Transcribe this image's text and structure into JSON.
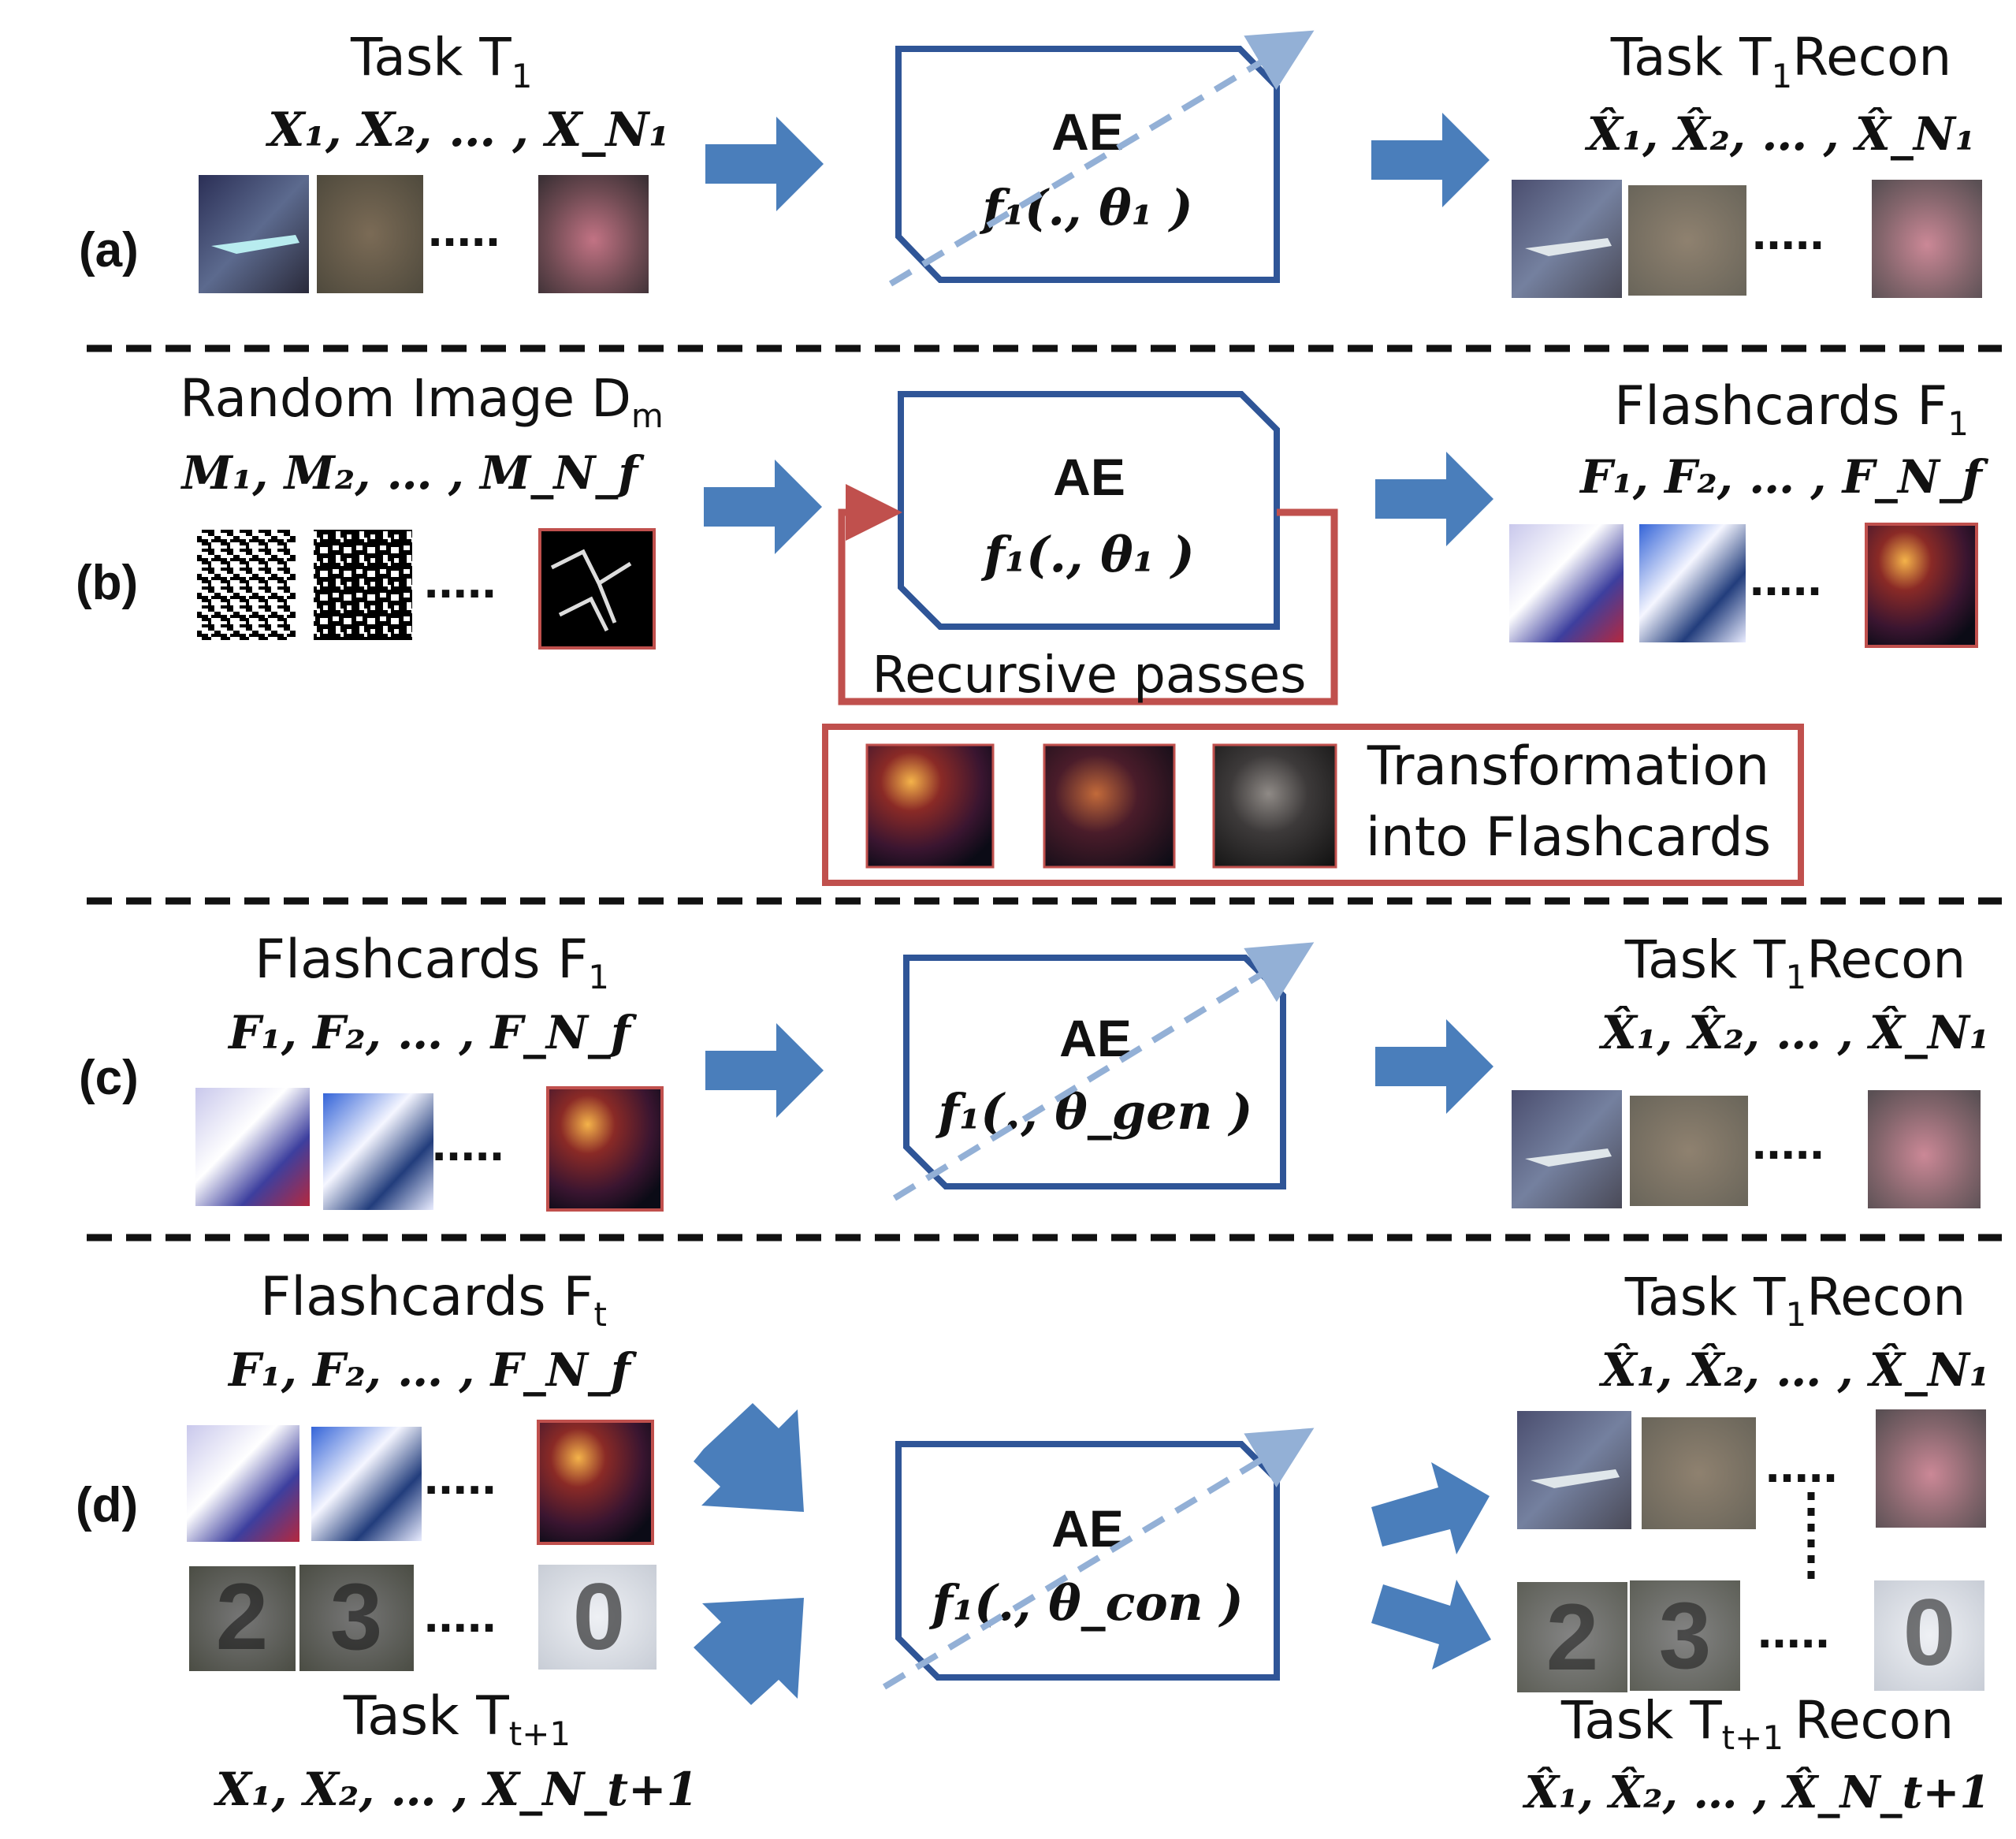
{
  "panels": {
    "a": {
      "label": "(a)",
      "input_title": "Task T",
      "input_title_sub": "1",
      "input_vars": "X₁, X₂, … , X_N₁",
      "box_title": "AE",
      "box_func": "f₁(., θ₁ )",
      "output_title": "Task T",
      "output_title_sub": "1",
      "output_title_suffix": "Recon",
      "output_vars": "X̂₁, X̂₂, … , X̂_N₁",
      "ellipsis": "....."
    },
    "b": {
      "label": "(b)",
      "input_title": "Random Image D",
      "input_title_sub": "m",
      "input_vars": "M₁, M₂, … , M_N_f",
      "box_title": "AE",
      "box_func": "f₁(., θ₁ )",
      "loop_label": "Recursive passes",
      "transform_line1": "Transformation",
      "transform_line2": "into Flashcards",
      "output_title": "Flashcards F",
      "output_title_sub": "1",
      "output_vars": "F₁, F₂, … , F_N_f",
      "ellipsis": "....."
    },
    "c": {
      "label": "(c)",
      "input_title": "Flashcards F",
      "input_title_sub": "1",
      "input_vars": "F₁, F₂, … , F_N_f",
      "box_title": "AE",
      "box_func": "f₁(., θ_gen )",
      "output_title": "Task T",
      "output_title_sub": "1",
      "output_title_suffix": "Recon",
      "output_vars": "X̂₁, X̂₂, … , X̂_N₁",
      "ellipsis": "....."
    },
    "d": {
      "label": "(d)",
      "input_title": "Flashcards F",
      "input_title_sub": "t",
      "input_vars": "F₁, F₂, … , F_N_f",
      "input2_title": "Task T",
      "input2_title_sub": "t+1",
      "input2_vars": "X₁, X₂, … , X_N_t+1",
      "box_title": "AE",
      "box_func": "f₁(., θ_con )",
      "output_title": "Task T",
      "output_title_sub": "1",
      "output_title_suffix": "Recon",
      "output_vars": "X̂₁, X̂₂, … , X̂_N₁",
      "output2_title": "Task T",
      "output2_title_sub": "t+1",
      "output2_title_suffix": "Recon",
      "output2_vars": "X̂₁, X̂₂, … , X̂_N_t+1",
      "ellipsis": "....."
    }
  },
  "colors": {
    "box_stroke": "#2f5597",
    "arrow_fill": "#4a7ebb",
    "dashed_arrow": "#93b0d6",
    "red": "#c0504d",
    "divider": "#111111"
  },
  "icons": {
    "arrow": "block-right-arrow-icon",
    "dashed_arrow": "dashed-diagonal-arrow-icon",
    "loop": "recursive-loop-arrow"
  }
}
